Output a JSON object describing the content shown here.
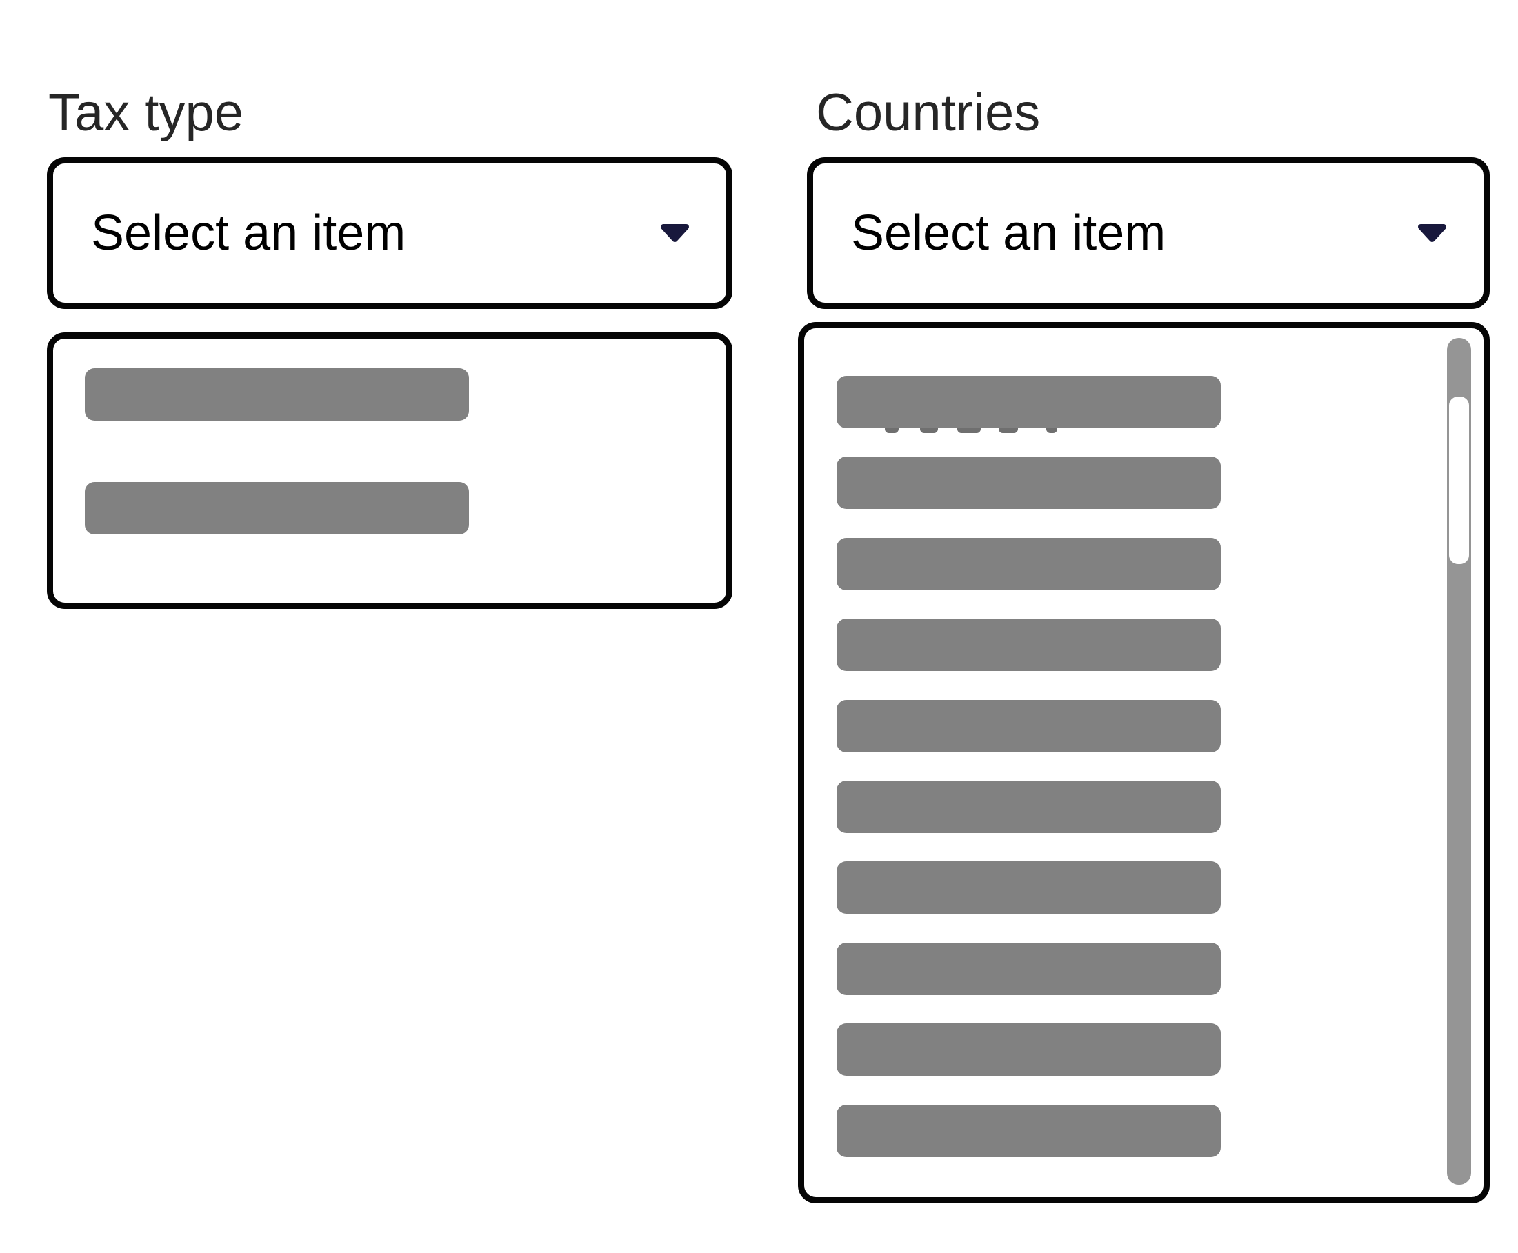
{
  "fields": [
    {
      "id": "tax-type",
      "label": "Tax type",
      "select": {
        "placeholder": "Select an item",
        "state": "collapsed-no-selection"
      },
      "options_panel": {
        "redacted_option_count": 2,
        "scrollbar": false
      }
    },
    {
      "id": "countries",
      "label": "Countries",
      "select": {
        "placeholder": "Select an item",
        "state": "collapsed-no-selection"
      },
      "options_panel": {
        "redacted_option_count": 10,
        "scrollbar": true,
        "scrollbar_position": "near-top"
      }
    }
  ],
  "icons": {
    "dropdown_caret": "chevron-down-icon"
  },
  "colors": {
    "border": "#050505",
    "label_text": "#262626",
    "placeholder_text": "#000000",
    "caret": "#18183c",
    "redacted_bar": "#818181",
    "scrollbar_track": "#959595",
    "scrollbar_thumb": "#ffffff",
    "background": "#ffffff"
  }
}
